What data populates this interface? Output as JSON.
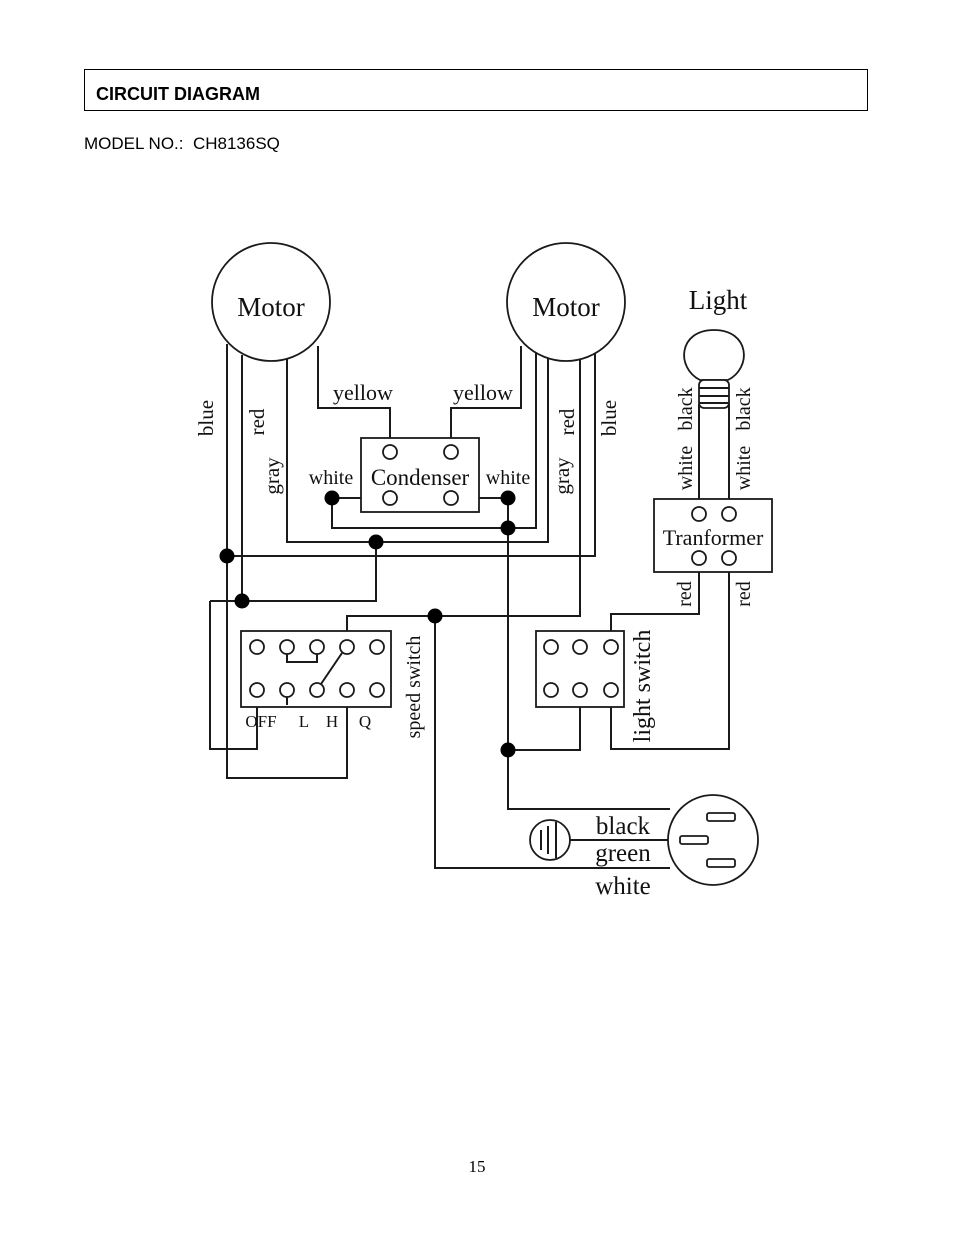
{
  "header": {
    "title": "CIRCUIT DIAGRAM"
  },
  "model": {
    "label": "MODEL NO.:",
    "number": "CH8136SQ"
  },
  "page_number": "15",
  "diagram": {
    "motor_left": "Motor",
    "motor_right": "Motor",
    "light": "Light",
    "condenser": "Condenser",
    "transformer": "Tranformer",
    "speed_switch": "speed switch",
    "light_switch": "light switch",
    "speed_positions": [
      "OFF",
      "L",
      "H",
      "Q"
    ],
    "wires": {
      "blue": "blue",
      "red": "red",
      "gray": "gray",
      "yellow": "yellow",
      "white": "white",
      "black": "black",
      "green": "green"
    }
  }
}
